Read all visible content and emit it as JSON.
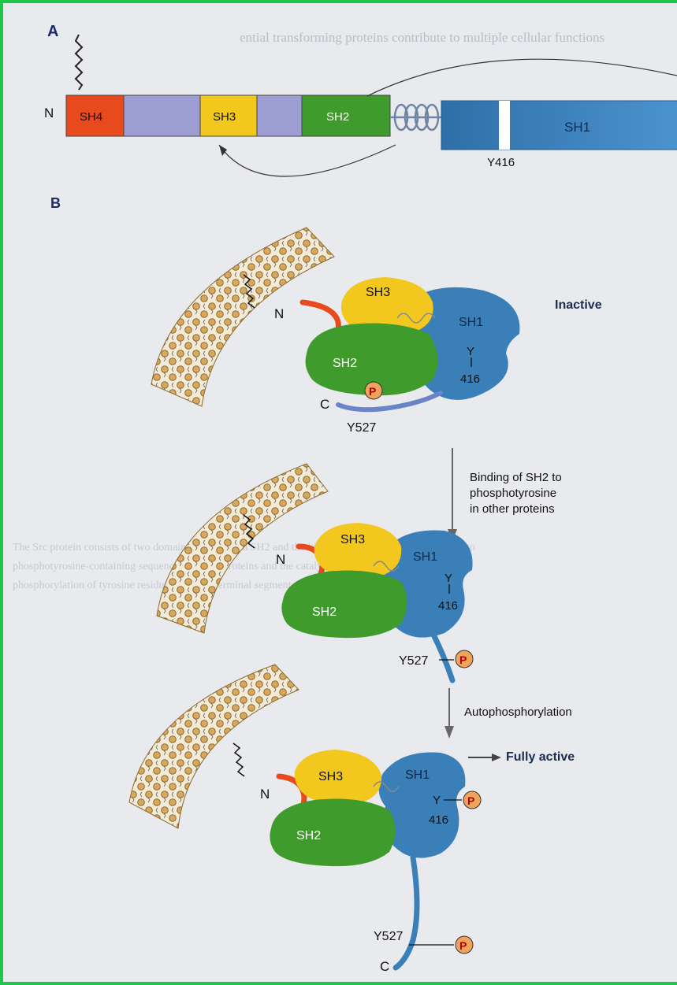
{
  "panel_a": {
    "label": "A",
    "n_terminus": "N",
    "domains": {
      "sh4": "SH4",
      "sh3": "SH3",
      "sh2": "SH2",
      "sh1": "SH1"
    },
    "tyrosine": "Y416"
  },
  "panel_b": {
    "label": "B",
    "state1": {
      "status": "Inactive",
      "n": "N",
      "c": "C",
      "sh3": "SH3",
      "sh2": "SH2",
      "sh1": "SH1",
      "y": "Y",
      "y_num": "416",
      "p": "P",
      "y527": "Y527"
    },
    "arrow1": {
      "line1": "Binding of SH2 to",
      "line2": "phosphotyrosine",
      "line3": "in other proteins"
    },
    "state2": {
      "n": "N",
      "sh3": "SH3",
      "sh2": "SH2",
      "sh1": "SH1",
      "y": "Y",
      "y_num": "416",
      "y527": "Y527",
      "p": "P"
    },
    "arrow2": {
      "label": "Autophosphorylation"
    },
    "state3": {
      "status": "Fully active",
      "n": "N",
      "c": "C",
      "sh3": "SH3",
      "sh2": "SH2",
      "sh1": "SH1",
      "y": "Y",
      "y_num": "416",
      "p_top": "P",
      "y527": "Y527",
      "p_bottom": "P"
    }
  },
  "colors": {
    "sh4": "#e84a1e",
    "sh3": "#f2c81e",
    "sh2": "#3f9b2c",
    "sh1": "#3a7fb8",
    "linker": "#9d9fd4",
    "phospho": "#f0a35a",
    "frame": "#1fc64a"
  }
}
